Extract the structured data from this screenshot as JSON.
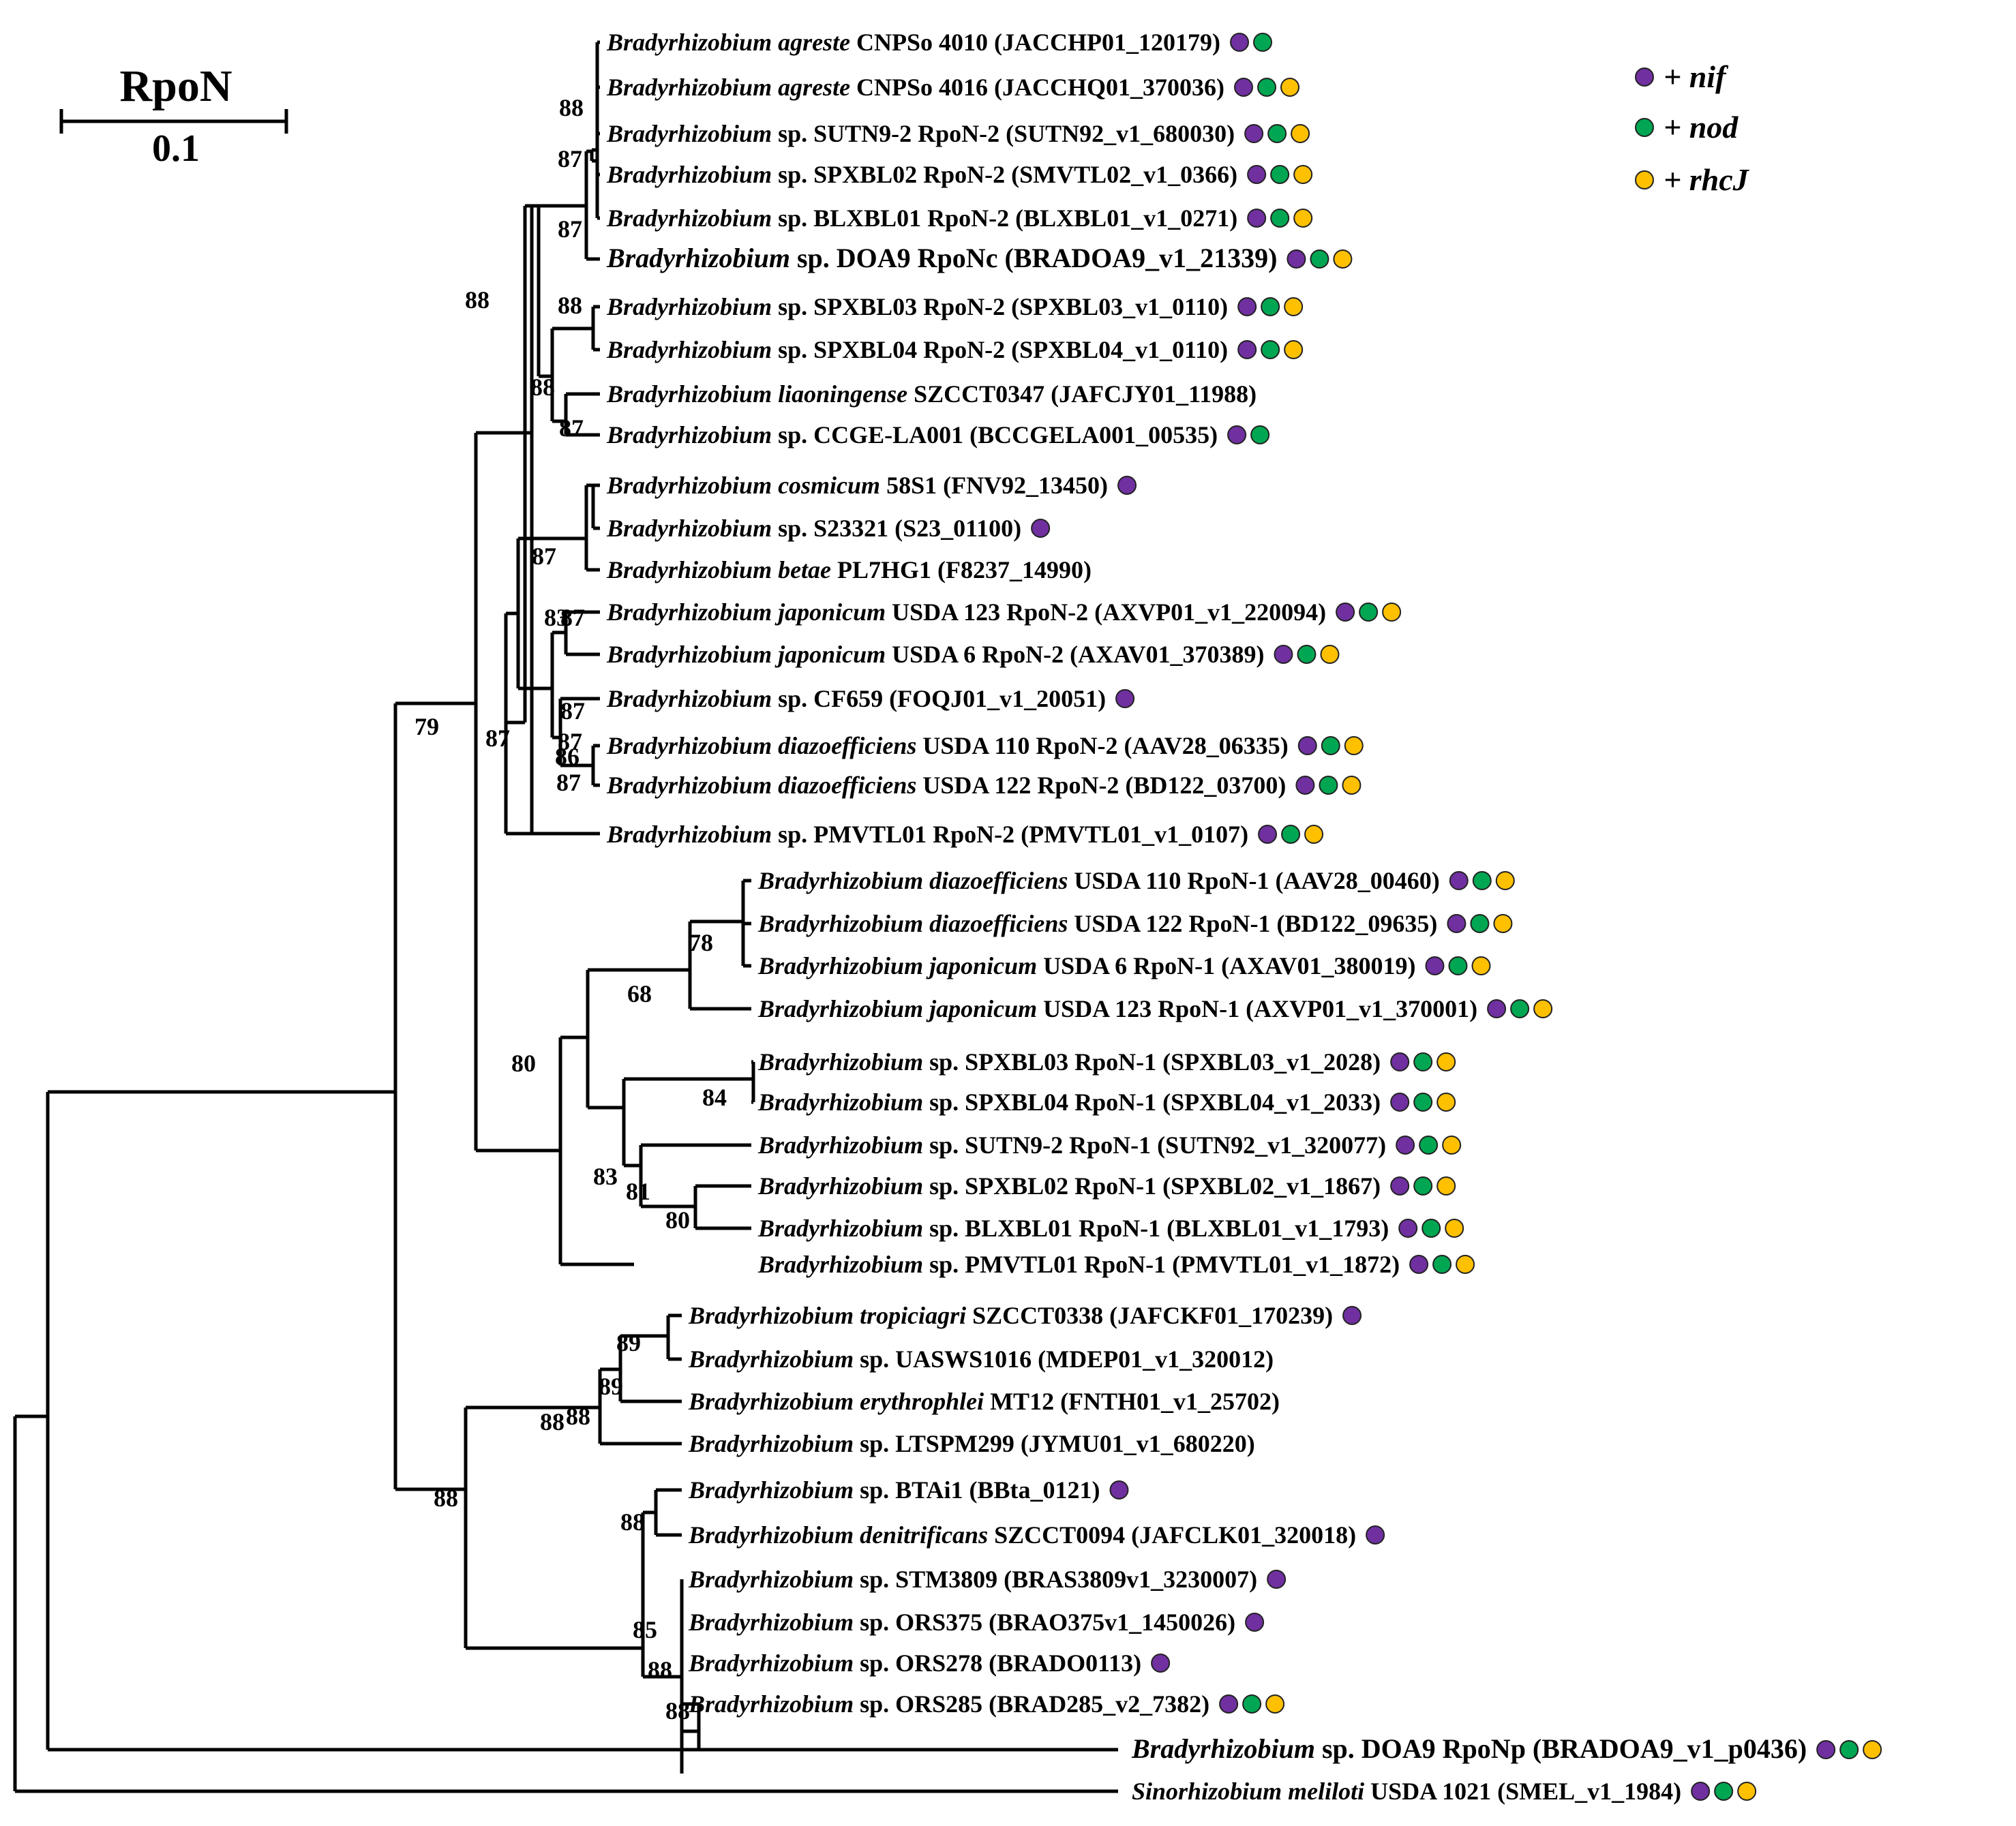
{
  "scale": {
    "title": "RpoN",
    "value": "0.1"
  },
  "legend": [
    {
      "key": "nif",
      "text": "+ nif",
      "color": "#7030A0"
    },
    {
      "key": "nod",
      "text": "+ nod",
      "color": "#00A651"
    },
    {
      "key": "rhcJ",
      "text": "+ rhcJ",
      "color": "#FFC000"
    }
  ],
  "colors": {
    "nif": "#7030A0",
    "nod": "#00A651",
    "rhcJ": "#FFC000",
    "branch": "#000000"
  },
  "leaves": [
    {
      "genus": "Bradyrhizobium",
      "species": "agreste",
      "rest": "CNPSo 4010 (JACCHP01_120179)",
      "markers": [
        "nif",
        "nod"
      ]
    },
    {
      "genus": "Bradyrhizobium",
      "species": "agreste",
      "rest": "CNPSo 4016 (JACCHQ01_370036)",
      "markers": [
        "nif",
        "nod",
        "rhcJ"
      ]
    },
    {
      "genus": "Bradyrhizobium",
      "species": "",
      "rest": "sp. SUTN9-2 RpoN-2 (SUTN92_v1_680030)",
      "markers": [
        "nif",
        "nod",
        "rhcJ"
      ]
    },
    {
      "genus": "Bradyrhizobium",
      "species": "",
      "rest": "sp. SPXBL02 RpoN-2 (SMVTL02_v1_0366)",
      "markers": [
        "nif",
        "nod",
        "rhcJ"
      ]
    },
    {
      "genus": "Bradyrhizobium",
      "species": "",
      "rest": "sp. BLXBL01 RpoN-2 (BLXBL01_v1_0271)",
      "markers": [
        "nif",
        "nod",
        "rhcJ"
      ]
    },
    {
      "genus": "Bradyrhizobium",
      "species": "",
      "rest": "sp. DOA9 RpoNc (BRADOA9_v1_21339)",
      "markers": [
        "nif",
        "nod",
        "rhcJ"
      ]
    },
    {
      "genus": "Bradyrhizobium",
      "species": "",
      "rest": "sp. SPXBL03 RpoN-2 (SPXBL03_v1_0110)",
      "markers": [
        "nif",
        "nod",
        "rhcJ"
      ]
    },
    {
      "genus": "Bradyrhizobium",
      "species": "",
      "rest": "sp. SPXBL04 RpoN-2 (SPXBL04_v1_0110)",
      "markers": [
        "nif",
        "nod",
        "rhcJ"
      ]
    },
    {
      "genus": "Bradyrhizobium",
      "species": "liaoningense",
      "rest": "SZCCT0347 (JAFCJY01_11988)",
      "markers": []
    },
    {
      "genus": "Bradyrhizobium",
      "species": "",
      "rest": "sp. CCGE-LA001 (BCCGELA001_00535)",
      "markers": [
        "nif",
        "nod"
      ]
    },
    {
      "genus": "Bradyrhizobium",
      "species": "cosmicum",
      "rest": "58S1 (FNV92_13450)",
      "markers": [
        "nif"
      ]
    },
    {
      "genus": "Bradyrhizobium",
      "species": "",
      "rest": "sp. S23321 (S23_01100)",
      "markers": [
        "nif"
      ]
    },
    {
      "genus": "Bradyrhizobium",
      "species": "betae",
      "rest": "PL7HG1 (F8237_14990)",
      "markers": []
    },
    {
      "genus": "Bradyrhizobium",
      "species": "japonicum",
      "rest": "USDA 123 RpoN-2 (AXVP01_v1_220094)",
      "markers": [
        "nif",
        "nod",
        "rhcJ"
      ]
    },
    {
      "genus": "Bradyrhizobium",
      "species": "japonicum",
      "rest": "USDA 6 RpoN-2 (AXAV01_370389)",
      "markers": [
        "nif",
        "nod",
        "rhcJ"
      ]
    },
    {
      "genus": "Bradyrhizobium",
      "species": "",
      "rest": "sp. CF659 (FOQJ01_v1_20051)",
      "markers": [
        "nif"
      ]
    },
    {
      "genus": "Bradyrhizobium",
      "species": "diazoefficiens",
      "rest": "USDA 110 RpoN-2 (AAV28_06335)",
      "markers": [
        "nif",
        "nod",
        "rhcJ"
      ]
    },
    {
      "genus": "Bradyrhizobium",
      "species": "diazoefficiens",
      "rest": "USDA 122 RpoN-2 (BD122_03700)",
      "markers": [
        "nif",
        "nod",
        "rhcJ"
      ]
    },
    {
      "genus": "Bradyrhizobium",
      "species": "",
      "rest": "sp. PMVTL01 RpoN-2 (PMVTL01_v1_0107)",
      "markers": [
        "nif",
        "nod",
        "rhcJ"
      ]
    },
    {
      "genus": "Bradyrhizobium",
      "species": "diazoefficiens",
      "rest": "USDA 110 RpoN-1 (AAV28_00460)",
      "markers": [
        "nif",
        "nod",
        "rhcJ"
      ]
    },
    {
      "genus": "Bradyrhizobium",
      "species": "diazoefficiens",
      "rest": "USDA 122 RpoN-1 (BD122_09635)",
      "markers": [
        "nif",
        "nod",
        "rhcJ"
      ]
    },
    {
      "genus": "Bradyrhizobium",
      "species": "japonicum",
      "rest": "USDA 6 RpoN-1 (AXAV01_380019)",
      "markers": [
        "nif",
        "nod",
        "rhcJ"
      ]
    },
    {
      "genus": "Bradyrhizobium",
      "species": "japonicum",
      "rest": "USDA 123 RpoN-1 (AXVP01_v1_370001)",
      "markers": [
        "nif",
        "nod",
        "rhcJ"
      ]
    },
    {
      "genus": "Bradyrhizobium",
      "species": "",
      "rest": "sp. SPXBL03 RpoN-1 (SPXBL03_v1_2028)",
      "markers": [
        "nif",
        "nod",
        "rhcJ"
      ]
    },
    {
      "genus": "Bradyrhizobium",
      "species": "",
      "rest": "sp. SPXBL04 RpoN-1 (SPXBL04_v1_2033)",
      "markers": [
        "nif",
        "nod",
        "rhcJ"
      ]
    },
    {
      "genus": "Bradyrhizobium",
      "species": "",
      "rest": "sp. SUTN9-2 RpoN-1 (SUTN92_v1_320077)",
      "markers": [
        "nif",
        "nod",
        "rhcJ"
      ]
    },
    {
      "genus": "Bradyrhizobium",
      "species": "",
      "rest": "sp. SPXBL02 RpoN-1 (SPXBL02_v1_1867)",
      "markers": [
        "nif",
        "nod",
        "rhcJ"
      ]
    },
    {
      "genus": "Bradyrhizobium",
      "species": "",
      "rest": "sp. BLXBL01 RpoN-1 (BLXBL01_v1_1793)",
      "markers": [
        "nif",
        "nod",
        "rhcJ"
      ]
    },
    {
      "genus": "Bradyrhizobium",
      "species": "",
      "rest": "sp. PMVTL01 RpoN-1 (PMVTL01_v1_1872)",
      "markers": [
        "nif",
        "nod",
        "rhcJ"
      ]
    },
    {
      "genus": "Bradyrhizobium",
      "species": "tropiciagri",
      "rest": "SZCCT0338 (JAFCKF01_170239)",
      "markers": [
        "nif"
      ]
    },
    {
      "genus": "Bradyrhizobium",
      "species": "",
      "rest": "sp. UASWS1016 (MDEP01_v1_320012)",
      "markers": []
    },
    {
      "genus": "Bradyrhizobium",
      "species": "erythrophlei",
      "rest": "MT12 (FNTH01_v1_25702)",
      "markers": []
    },
    {
      "genus": "Bradyrhizobium",
      "species": "",
      "rest": "sp. LTSPM299 (JYMU01_v1_680220)",
      "markers": []
    },
    {
      "genus": "Bradyrhizobium",
      "species": "",
      "rest": "sp. BTAi1 (BBta_0121)",
      "markers": [
        "nif"
      ]
    },
    {
      "genus": "Bradyrhizobium",
      "species": "denitrificans",
      "rest": "SZCCT0094 (JAFCLK01_320018)",
      "markers": [
        "nif"
      ]
    },
    {
      "genus": "Bradyrhizobium",
      "species": "",
      "rest": "sp. STM3809 (BRAS3809v1_3230007)",
      "markers": [
        "nif"
      ]
    },
    {
      "genus": "Bradyrhizobium",
      "species": "",
      "rest": "sp. ORS375 (BRAO375v1_1450026)",
      "markers": [
        "nif"
      ]
    },
    {
      "genus": "Bradyrhizobium",
      "species": "",
      "rest": "sp. ORS278 (BRADO0113)",
      "markers": [
        "nif"
      ]
    },
    {
      "genus": "Bradyrhizobium",
      "species": "",
      "rest": "sp. ORS285 (BRAD285_v2_7382)",
      "markers": [
        "nif",
        "nod",
        "rhcJ"
      ]
    },
    {
      "genus": "Bradyrhizobium",
      "species": "",
      "rest": "sp. DOA9 RpoNp (BRADOA9_v1_p0436)",
      "markers": [
        "nif",
        "nod",
        "rhcJ"
      ]
    },
    {
      "genus": "Sinorhizobium",
      "species": "meliloti",
      "rest": "USDA 1021 (SMEL_v1_1984)",
      "markers": [
        "nif",
        "nod",
        "rhcJ"
      ]
    }
  ],
  "bootstrap": [
    "88",
    "87",
    "87",
    "88",
    "88",
    "88",
    "87",
    "87",
    "87",
    "83",
    "87",
    "87",
    "87",
    "86",
    "79",
    "87",
    "78",
    "68",
    "80",
    "84",
    "83",
    "81",
    "80",
    "88",
    "89",
    "89",
    "88",
    "88",
    "88",
    "85",
    "88",
    "88"
  ]
}
